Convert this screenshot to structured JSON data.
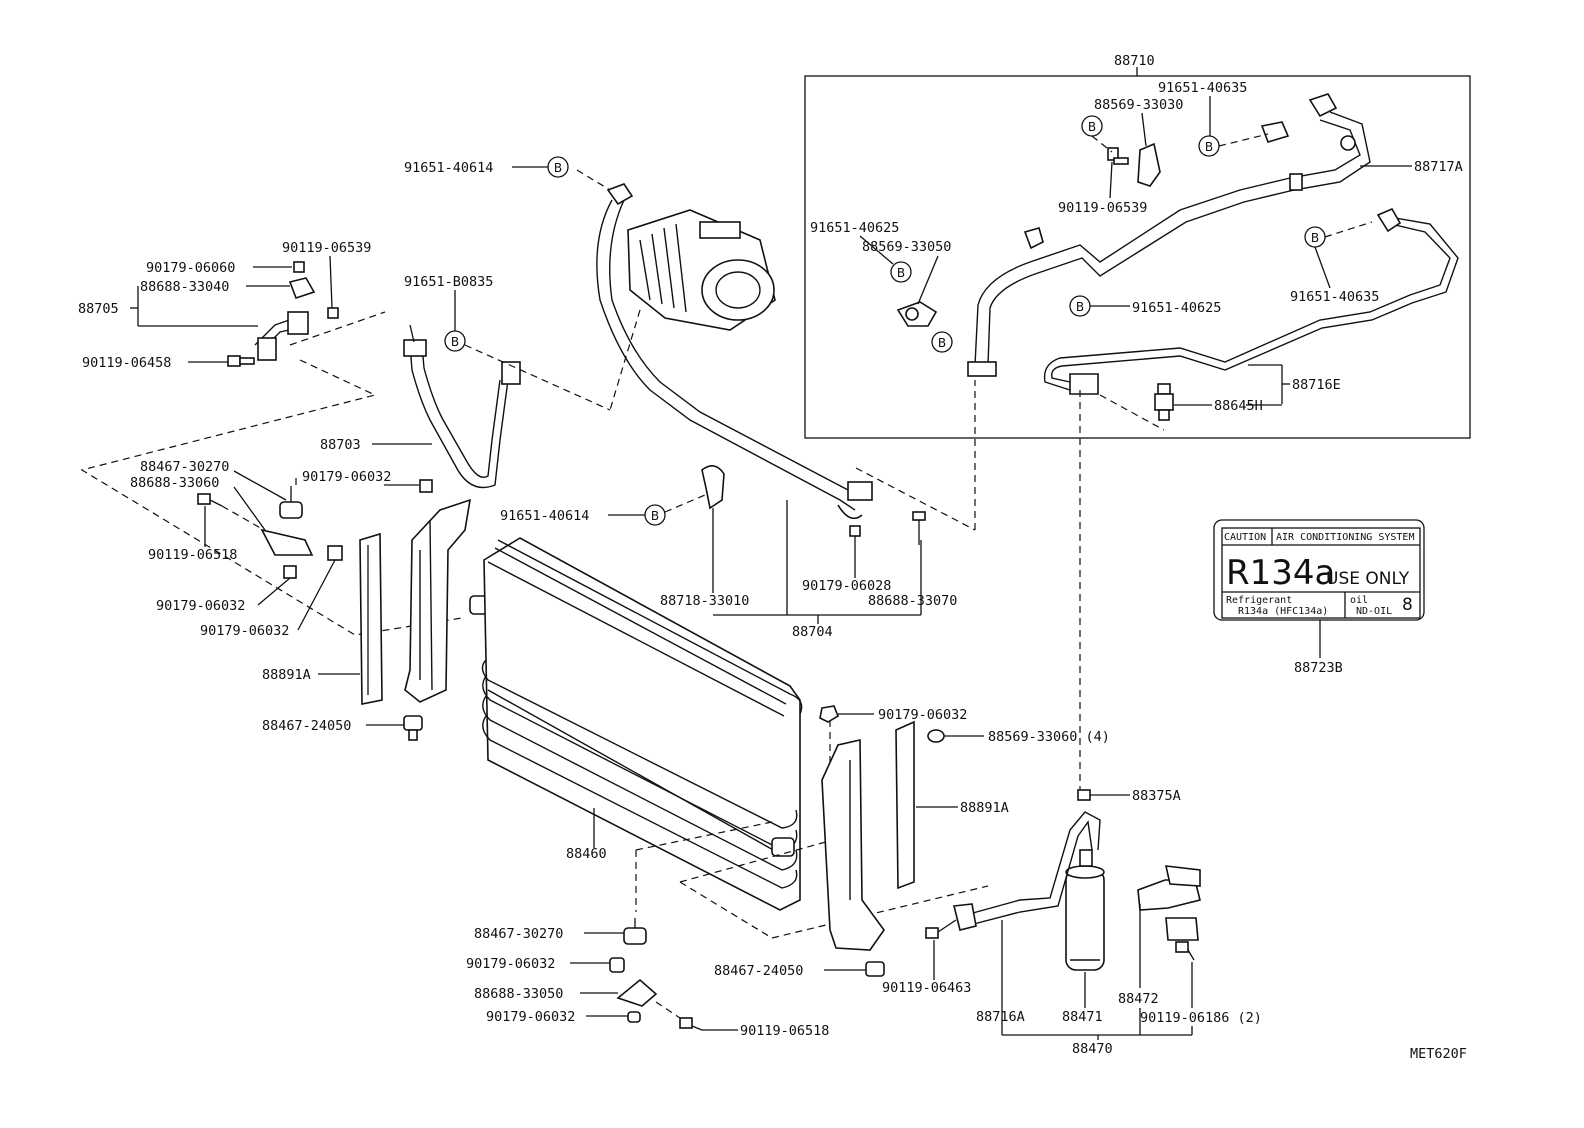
{
  "diagram_code": "MET620F",
  "marker": "B",
  "labels": {
    "p88710": "88710",
    "p91651_40635_a": "91651-40635",
    "p88569_33030": "88569-33030",
    "p88717A": "88717A",
    "p90119_06539_r": "90119-06539",
    "p91651_40625_a": "91651-40625",
    "p88569_33050": "88569-33050",
    "p91651_40635_b": "91651-40635",
    "p91651_40625_b": "91651-40625",
    "p88716E": "88716E",
    "p88645H": "88645H",
    "p91651_40614_a": "91651-40614",
    "p90119_06539_l": "90119-06539",
    "p90179_06060": "90179-06060",
    "p88688_33040": "88688-33040",
    "p88705": "88705",
    "p90119_06458": "90119-06458",
    "p91651_B0835": "91651-B0835",
    "p88703": "88703",
    "p88467_30270_a": "88467-30270",
    "p88688_33060": "88688-33060",
    "p90179_06032_a": "90179-06032",
    "p90119_06518_a": "90119-06518",
    "p91651_40614_b": "91651-40614",
    "p90179_06032_b": "90179-06032",
    "p90179_06032_c": "90179-06032",
    "p88718_33010": "88718-33010",
    "p90179_06028": "90179-06028",
    "p88688_33070": "88688-33070",
    "p88704": "88704",
    "p88891A_l": "88891A",
    "p88467_24050_a": "88467-24050",
    "p88723B": "88723B",
    "p90179_06032_d": "90179-06032",
    "p88569_33060": "88569-33060 (4)",
    "p88891A_r": "88891A",
    "p88375A": "88375A",
    "p88460": "88460",
    "p88467_30270_b": "88467-30270",
    "p90179_06032_e": "90179-06032",
    "p88688_33050": "88688-33050",
    "p90179_06032_f": "90179-06032",
    "p90119_06518_b": "90119-06518",
    "p88467_24050_b": "88467-24050",
    "p90119_06463": "90119-06463",
    "p88472": "88472",
    "p88716A": "88716A",
    "p88471": "88471",
    "p90119_06186": "90119-06186 (2)",
    "p88470": "88470"
  },
  "caution_label": {
    "caution": "CAUTION",
    "system": "AIR CONDITIONING SYSTEM",
    "refrigerant_code": "R134a",
    "use_only": "USE ONLY",
    "refrigerant_title": "Refrigerant",
    "refrigerant_value": "R134a (HFC134a)",
    "oil_title": "oil",
    "oil_value": "ND-OIL",
    "oil_grade": "8"
  }
}
